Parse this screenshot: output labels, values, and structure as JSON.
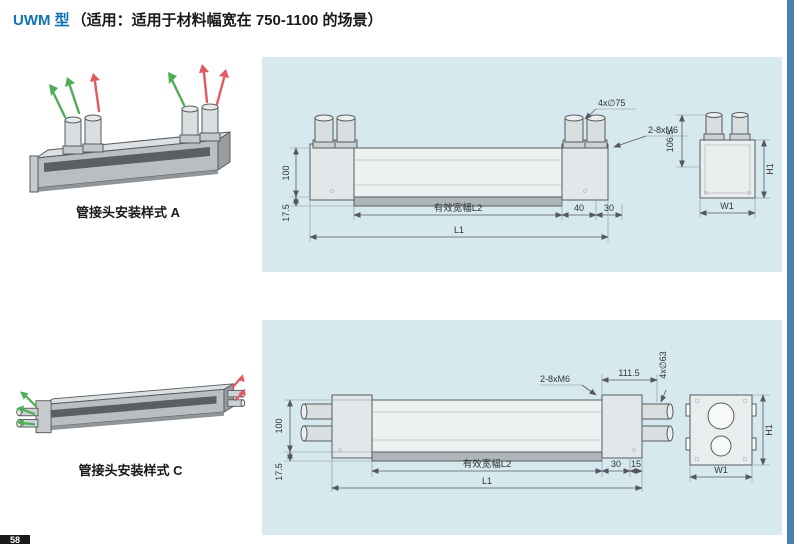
{
  "page": {
    "title_model": "UWM 型",
    "title_rest": "（适用：适用于材料幅宽在 750-1100 的场景）",
    "page_number": "58"
  },
  "colors": {
    "accent_blue": "#1173b3",
    "panel_bg": "#d6e9ef",
    "edge_strip": "#4f7fae",
    "drawing_line": "#555b5e",
    "green_arrow": "#4fae57",
    "red_arrow": "#e2595f"
  },
  "section_a": {
    "caption": "管接头安装样式 A",
    "dims": {
      "d_4x75": "4x∅75",
      "d_m6": "2-8xM6",
      "d_1065": "106.5",
      "d_h1": "H1",
      "d_w1": "W1",
      "d_100": "100",
      "d_175": "17.5",
      "d_l2": "有效宽幅L2",
      "d_40": "40",
      "d_30": "30",
      "d_l1": "L1"
    }
  },
  "section_c": {
    "caption": "管接头安装样式 C",
    "dims": {
      "d_m6": "2-8xM6",
      "d_1115": "111.5",
      "d_4x63": "4x∅63",
      "d_h1": "H1",
      "d_w1": "W1",
      "d_100": "100",
      "d_175": "17.5",
      "d_l2": "有效宽幅L2",
      "d_30": "30",
      "d_15": "15",
      "d_l1": "L1"
    }
  }
}
